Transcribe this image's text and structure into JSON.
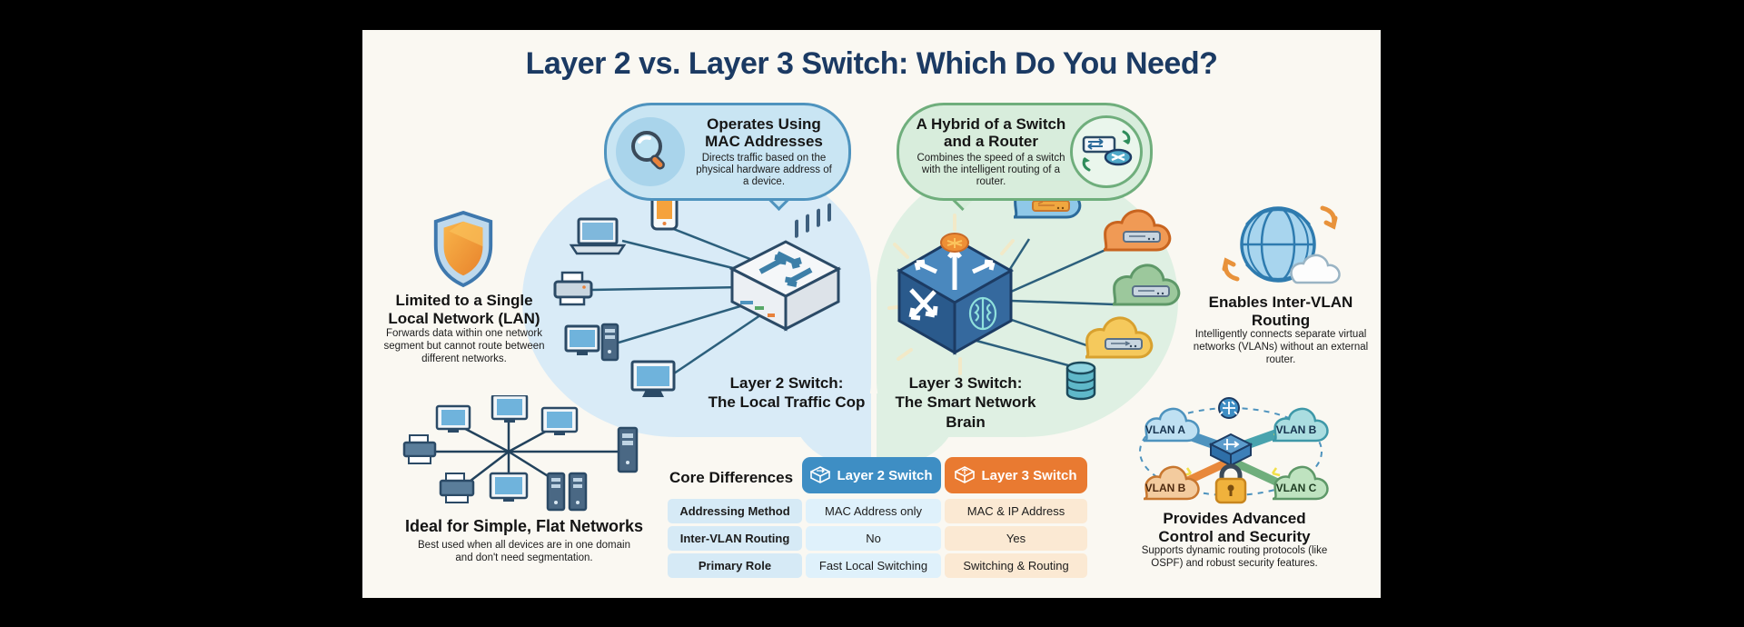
{
  "title": "Layer 2 vs. Layer 3 Switch: Which Do You Need?",
  "bubbles": {
    "l2": {
      "heading": "Operates Using MAC Addresses",
      "body": "Directs traffic based on the physical hardware address of a device."
    },
    "l3": {
      "heading": "A Hybrid of a Switch and a Router",
      "body": "Combines the speed of a switch with the intelligent routing of a router."
    }
  },
  "sections": {
    "lan": {
      "heading": "Limited to a Single Local Network (LAN)",
      "body": "Forwards data within one network segment but cannot route between different networks."
    },
    "flat": {
      "heading": "Ideal for Simple, Flat Networks",
      "body": "Best used when all devices are in one domain and don't need segmentation."
    },
    "intervlan": {
      "heading": "Enables Inter-VLAN Routing",
      "body": "Intelligently connects separate virtual networks (VLANs) without an external router."
    },
    "security": {
      "heading": "Provides Advanced Control and Security",
      "body": "Supports dynamic routing protocols (like OSPF) and robust security features."
    }
  },
  "switch_labels": {
    "l2_line1": "Layer 2 Switch:",
    "l2_line2": "The Local Traffic Cop",
    "l3_line1": "Layer 3 Switch:",
    "l3_line2": "The Smart Network Brain"
  },
  "vlan_diagram": {
    "clouds": [
      "VLAN A",
      "VLAN B",
      "VLAN B",
      "VLAN C"
    ]
  },
  "table": {
    "title": "Core Differences",
    "col_headers": [
      "Layer 2 Switch",
      "Layer 3 Switch"
    ],
    "rows": [
      {
        "label": "Addressing Method",
        "l2": "MAC Address only",
        "l3": "MAC & IP Address"
      },
      {
        "label": "Inter-VLAN Routing",
        "l2": "No",
        "l3": "Yes"
      },
      {
        "label": "Primary Role",
        "l2": "Fast Local Switching",
        "l3": "Switching & Routing"
      }
    ]
  },
  "colors": {
    "panel_bg": "#FAF8F2",
    "title_navy": "#1B3A63",
    "bubble_blue_fill": "#C9E5F3",
    "bubble_blue_border": "#4E93BE",
    "bubble_green_fill": "#D8EDDC",
    "bubble_green_border": "#6FAE7C",
    "blob_blue": "#D9EBF7",
    "blob_green": "#DFF0E3",
    "table_header_blue": "#3E8EC4",
    "table_header_orange": "#E97A31",
    "row_label_bg": "#D6EAF6",
    "l2_cell_bg": "#DFF1FB",
    "l3_cell_bg": "#FBE9D3",
    "shield_orange": "#F2A339",
    "lock_gold": "#F0B23C"
  }
}
